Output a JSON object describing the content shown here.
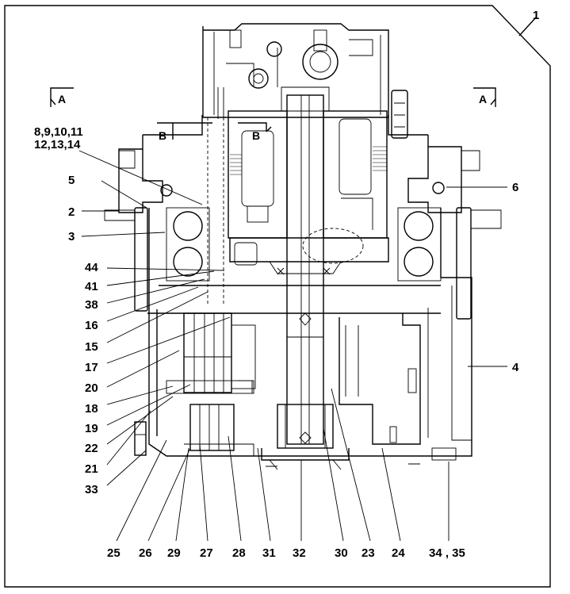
{
  "figure": {
    "figure_number": "1",
    "section_marks": {
      "A_left": "A",
      "A_right": "A",
      "B_left": "B",
      "B_right": "B"
    },
    "callouts": {
      "c8_14_line1": "8,9,10,11",
      "c8_14_line2": "12,13,14",
      "c5": "5",
      "c2": "2",
      "c3": "3",
      "c44": "44",
      "c41": "41",
      "c38": "38",
      "c16": "16",
      "c15": "15",
      "c17": "17",
      "c20": "20",
      "c18": "18",
      "c19": "19",
      "c22": "22",
      "c21": "21",
      "c33": "33",
      "c6": "6",
      "c4": "4",
      "bottom": [
        "25",
        "26",
        "29",
        "27",
        "28",
        "31",
        "32",
        "30",
        "23",
        "24",
        "34 , 35"
      ]
    }
  }
}
